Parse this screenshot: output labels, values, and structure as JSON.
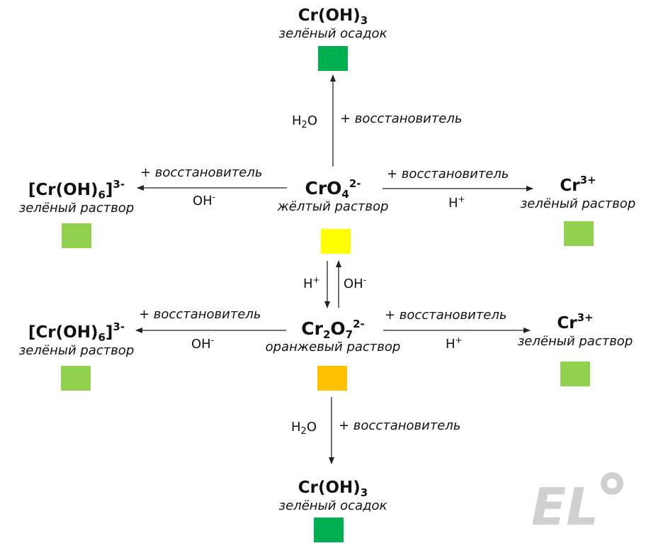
{
  "nodes": {
    "croh3_top": {
      "formula_main": "Cr(OH)",
      "formula_sub": "3",
      "desc": "зелёный осадок",
      "color": "#00b050"
    },
    "cro4": {
      "formula_main": "CrO",
      "formula_sub": "4",
      "formula_sup": "2-",
      "desc": "жёлтый раствор",
      "color": "#ffff00"
    },
    "croh6_upper": {
      "formula_main": "[Cr(OH)",
      "formula_sub": "6",
      "formula_close": "]",
      "formula_sup": "3-",
      "desc": "зелёный раствор",
      "color": "#92d050"
    },
    "cr3_upper": {
      "formula_main": "Cr",
      "formula_sup": "3+",
      "desc": "зелёный раствор",
      "color": "#92d050"
    },
    "cr2o7": {
      "formula_a": "Cr",
      "formula_sub_a": "2",
      "formula_b": "O",
      "formula_sub_b": "7",
      "formula_sup": "2-",
      "desc": "оранжевый раствор",
      "color": "#ffc000"
    },
    "croh6_lower": {
      "formula_main": "[Cr(OH)",
      "formula_sub": "6",
      "formula_close": "]",
      "formula_sup": "3-",
      "desc": "зелёный раствор",
      "color": "#92d050"
    },
    "cr3_lower": {
      "formula_main": "Cr",
      "formula_sup": "3+",
      "desc": "зелёный раствор",
      "color": "#92d050"
    },
    "croh3_bottom": {
      "formula_main": "Cr(OH)",
      "formula_sub": "3",
      "desc": "зелёный осадок",
      "color": "#00b050"
    }
  },
  "labels": {
    "reducer": "+ восстановитель",
    "h2o_main": "H",
    "h2o_sub": "2",
    "h2o_tail": "O",
    "oh_main": "OH",
    "oh_sup": "-",
    "h_main": "H",
    "h_sup": "+"
  },
  "logo": {
    "text": "EL",
    "color": "#d0d0d0"
  }
}
